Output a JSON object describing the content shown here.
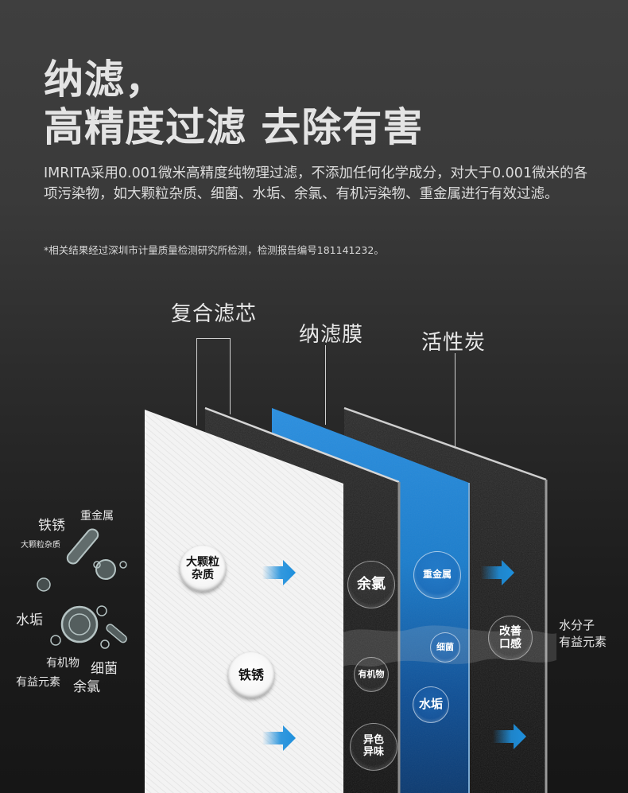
{
  "header": {
    "title_line1": "纳滤，",
    "title_line2": "高精度过滤 去除有害",
    "description": "IMRITA采用0.001微米高精度纯物理过滤，不添加任何化学成分，对大于0.001微米的各项污染物，如大颗粒杂质、细菌、水垢、余氯、有机污染物、重金属进行有效过滤。",
    "footnote": "*相关结果经过深圳市计量质量检测研究所检测，检测报告编号181141232。"
  },
  "layers": [
    {
      "label": "复合滤芯"
    },
    {
      "label": "纳滤膜"
    },
    {
      "label": "活性炭"
    }
  ],
  "contaminants_left": [
    {
      "label": "铁锈"
    },
    {
      "label": "重金属"
    },
    {
      "label": "大颗粒杂质"
    },
    {
      "label": "水垢"
    },
    {
      "label": "有机物"
    },
    {
      "label": "细菌"
    },
    {
      "label": "有益元素"
    },
    {
      "label": "余氯"
    }
  ],
  "bubbles": {
    "white_panel": [
      {
        "label_line1": "大颗粒",
        "label_line2": "杂质"
      },
      {
        "label_line1": "铁锈",
        "label_line2": ""
      }
    ],
    "black_panel": [
      {
        "label_line1": "余氯",
        "label_line2": ""
      },
      {
        "label_line1": "有机物",
        "label_line2": ""
      },
      {
        "label_line1": "异色",
        "label_line2": "异味"
      }
    ],
    "blue_panel": [
      {
        "label_line1": "重金属",
        "label_line2": ""
      },
      {
        "label_line1": "细菌",
        "label_line2": ""
      },
      {
        "label_line1": "水垢",
        "label_line2": ""
      }
    ],
    "carbon_panel": [
      {
        "label_line1": "改善",
        "label_line2": "口感"
      }
    ]
  },
  "output_label": {
    "line1": "水分子",
    "line2": "有益元素"
  },
  "colors": {
    "accent_blue": "#1e8fdc",
    "panel_white": "#f2f2f2",
    "panel_black": "#1a1a1a"
  }
}
